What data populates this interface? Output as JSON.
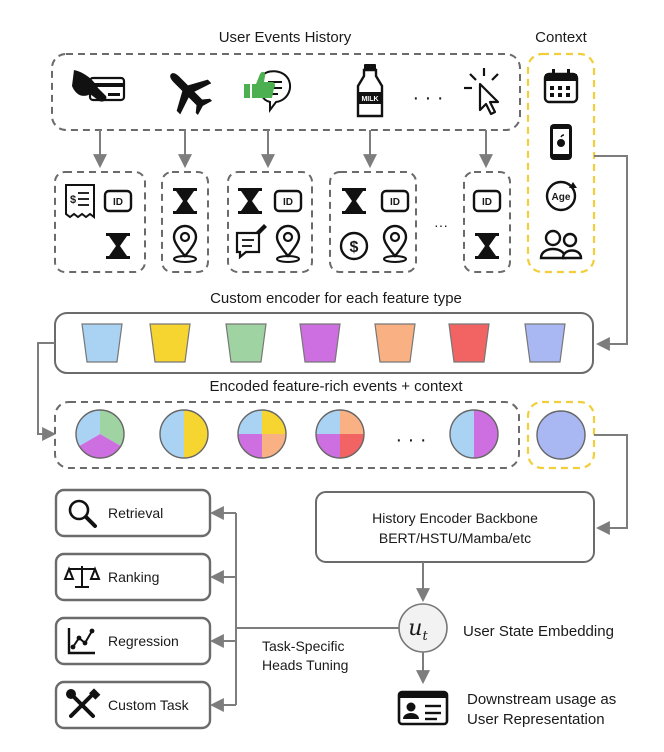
{
  "titles": {
    "history": "User Events History",
    "context": "Context",
    "encoder": "Custom encoder for each feature type",
    "encoded": "Encoded feature-rich events + context"
  },
  "ellipsis": "· · ·",
  "small_ellipsis": "···",
  "id_label": "ID",
  "age_label": "Age",
  "milk_label": "MILK",
  "backbone": {
    "line1": "History Encoder Backbone",
    "line2": "BERT/HSTU/Mamba/etc"
  },
  "user_state": {
    "symbol": "u",
    "subscript": "t",
    "label": "User State Embedding"
  },
  "downstream": {
    "line1": "Downstream usage as",
    "line2": "User Representation"
  },
  "heads": {
    "line1": "Task-Specific",
    "line2": "Heads Tuning"
  },
  "tasks": [
    {
      "label": "Retrieval",
      "icon": "magnifier-icon"
    },
    {
      "label": "Ranking",
      "icon": "scale-icon"
    },
    {
      "label": "Regression",
      "icon": "line-chart-icon"
    },
    {
      "label": "Custom Task",
      "icon": "tools-icon"
    }
  ],
  "colors": {
    "border": "#6b6b6b",
    "context_border": "#f2cf3a",
    "arrow": "#7d7d7d",
    "blue": "#a9d2f3",
    "yellow": "#f7d531",
    "green": "#9fd3a2",
    "purple": "#cd6fe0",
    "orange": "#f9b183",
    "red": "#f26464",
    "lavender": "#a9b8f2",
    "thumb": "#4caf50"
  }
}
